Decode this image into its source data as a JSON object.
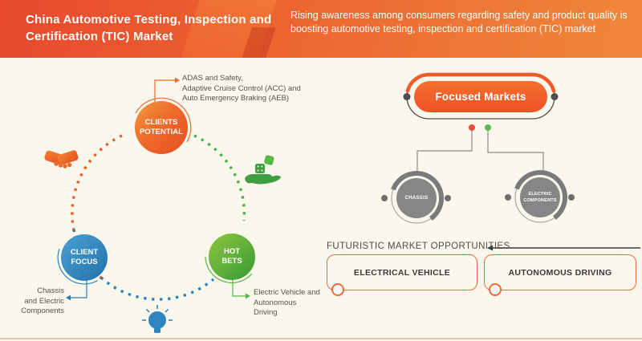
{
  "header": {
    "title": "China Automotive Testing, Inspection and Certification (TIC) Market",
    "subtitle": "Rising awareness among consumers regarding safety and product quality is boosting automotive testing, inspection and certification (TIC) market"
  },
  "cycle": {
    "clients_potential": {
      "label": "CLIENTS\nPOTENTIAL",
      "annotation": "ADAS and Safety,\nAdaptive Cruise Control (ACC) and\nAuto Emergency Braking (AEB)",
      "color": "#EE6A2A"
    },
    "client_focus": {
      "label": "CLIENT\nFOCUS",
      "annotation": "Chassis\nand Electric\nComponents",
      "color": "#2980B9"
    },
    "hot_bets": {
      "label": "HOT\nBETS",
      "annotation": "Electric Vehicle and\nAutonomous\nDriving",
      "color": "#54B948"
    },
    "icons": {
      "left": "handshake-icon",
      "right": "money-hand-icon",
      "bottom": "lightbulb-icon"
    }
  },
  "focused_markets": {
    "title": "Focused Markets",
    "accent": "#F15A29",
    "dot_colors": [
      "#E74C3C",
      "#5CB85C"
    ],
    "nodes": [
      {
        "label": "CHASSIS"
      },
      {
        "label": "ELECTRIC\nCOMPONENTS"
      }
    ]
  },
  "opportunities": {
    "heading": "FUTURISTIC MARKET OPPORTUNITIES",
    "items": [
      {
        "label": "ELECTRICAL VEHICLE"
      },
      {
        "label": "AUTONOMOUS DRIVING"
      }
    ]
  }
}
